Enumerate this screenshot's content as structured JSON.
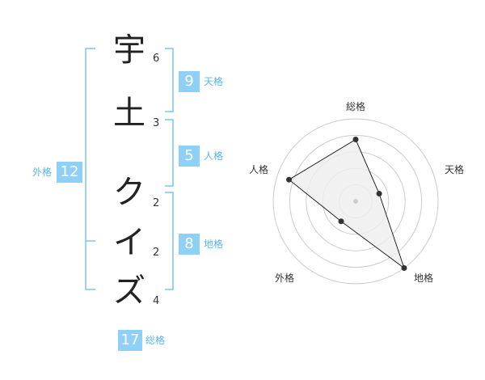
{
  "name": {
    "characters": [
      {
        "char": "宇",
        "strokes": "6"
      },
      {
        "char": "土",
        "strokes": "3"
      },
      {
        "char": "ク",
        "strokes": "2"
      },
      {
        "char": "イ",
        "strokes": "2"
      },
      {
        "char": "ズ",
        "strokes": "4"
      }
    ]
  },
  "kaku": {
    "tenkaku": {
      "value": "9",
      "label": "天格"
    },
    "jinkaku": {
      "value": "5",
      "label": "人格"
    },
    "chikaku": {
      "value": "8",
      "label": "地格"
    },
    "gaikaku": {
      "value": "12",
      "label": "外格"
    },
    "soukaku": {
      "value": "17",
      "label": "総格"
    }
  },
  "chart_data": {
    "type": "radar",
    "axes": [
      "総格",
      "天格",
      "地格",
      "外格",
      "人格"
    ],
    "values": [
      0.75,
      0.3,
      1.0,
      0.3,
      0.85
    ],
    "range": [
      0,
      1
    ],
    "rings": 5,
    "colors": {
      "line": "#222222",
      "fill": "#eeeeee",
      "ring": "#cccccc",
      "point": "#333333",
      "center": "#cccccc"
    }
  },
  "colors": {
    "accent": "#8fd0f6",
    "accent_text": "#5bb6e8",
    "bracket": "#7cc3ef"
  }
}
